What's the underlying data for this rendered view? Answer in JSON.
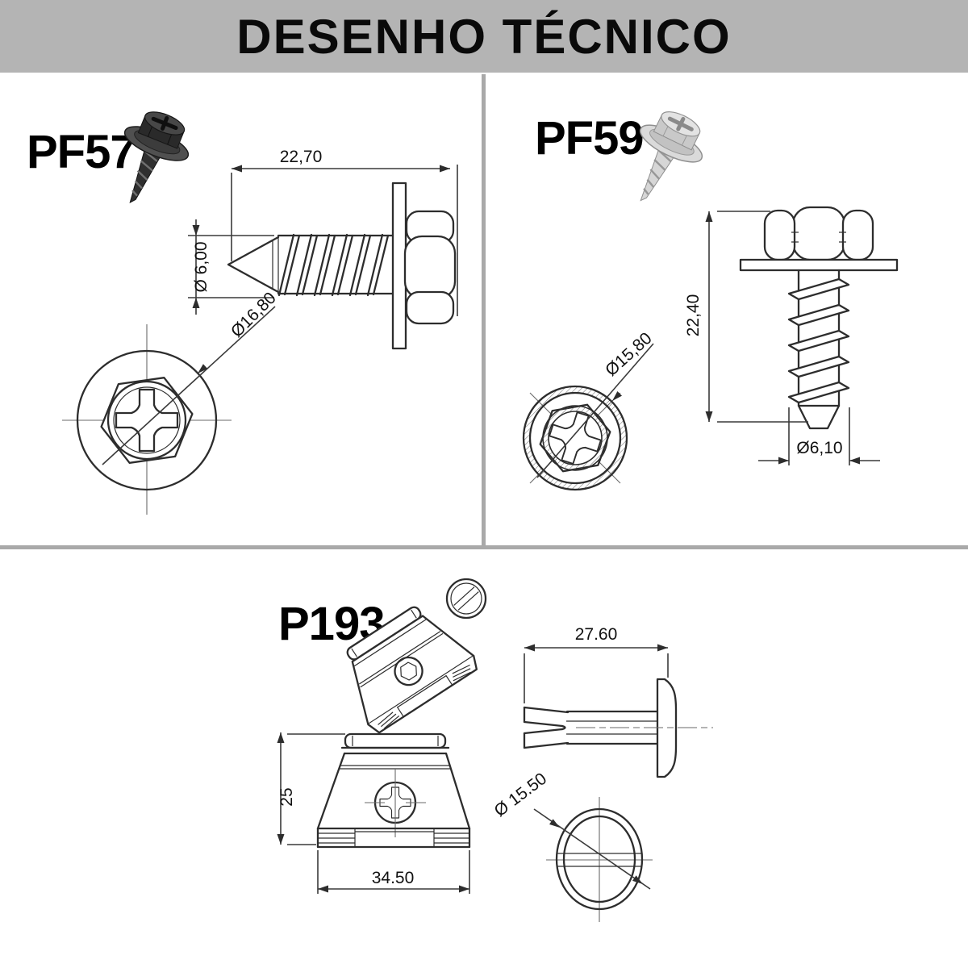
{
  "header": {
    "title": "DESENHO TÉCNICO"
  },
  "colors": {
    "banner_bg": "#b4b4b4",
    "divider": "#a9a9a9",
    "line": "#2d2d2d",
    "pf57_part": "#2f2f2f",
    "pf59_part": "#d6d6d6"
  },
  "sections": {
    "pf57": {
      "label": "PF57",
      "dims": {
        "length": "22,70",
        "shank_diameter": "Ø 6,00",
        "washer_diameter": "Ø16,80"
      }
    },
    "pf59": {
      "label": "PF59",
      "dims": {
        "length": "22,40",
        "washer_diameter": "Ø15,80",
        "tip_diameter": "Ø6,10"
      }
    },
    "p193": {
      "label": "P193",
      "dims": {
        "length": "27.60",
        "height": "25",
        "base_width": "34.50",
        "diameter": "Ø 15.50"
      }
    }
  }
}
